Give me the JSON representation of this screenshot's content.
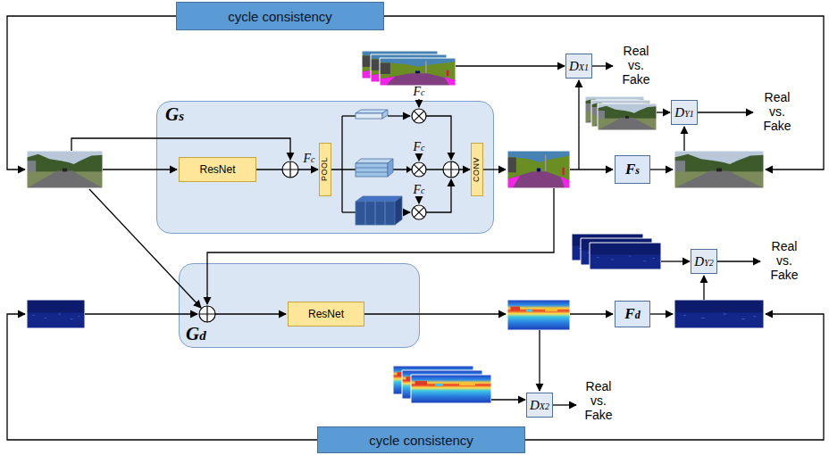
{
  "diagram": {
    "nodes": [
      {
        "text": [
          "cycle consistency"
        ]
      },
      {
        "text": [
          "Gs"
        ]
      },
      {
        "text": [
          "ResNet"
        ],
        "in": 1
      },
      {
        "text": [
          "POOL"
        ],
        "in": 1
      },
      {
        "text": [
          "CONV"
        ],
        "in": 1
      },
      {
        "text": [
          "Fs"
        ]
      },
      {
        "text": [
          "DX1"
        ]
      },
      {
        "text": [
          "DY1"
        ]
      },
      {
        "text": [
          "Gd"
        ]
      },
      {
        "text": [
          "ResNet"
        ],
        "in": 8
      },
      {
        "text": [
          "Fd"
        ]
      },
      {
        "text": [
          "DY2"
        ]
      },
      {
        "text": [
          "DX2"
        ]
      },
      {
        "text": [
          "cycle consistency"
        ]
      }
    ],
    "edges": [
      {
        "from": 2,
        "to": 3,
        "arrow": "to"
      },
      {
        "from": 3,
        "to": 4,
        "arrow": "to"
      }
    ],
    "labels": [
      "Real vs. Fake",
      "Real vs. Fake",
      "Fc",
      "Fc",
      "Fc",
      "Fc",
      "Real vs. Fake",
      "Real vs. Fake"
    ]
  }
}
